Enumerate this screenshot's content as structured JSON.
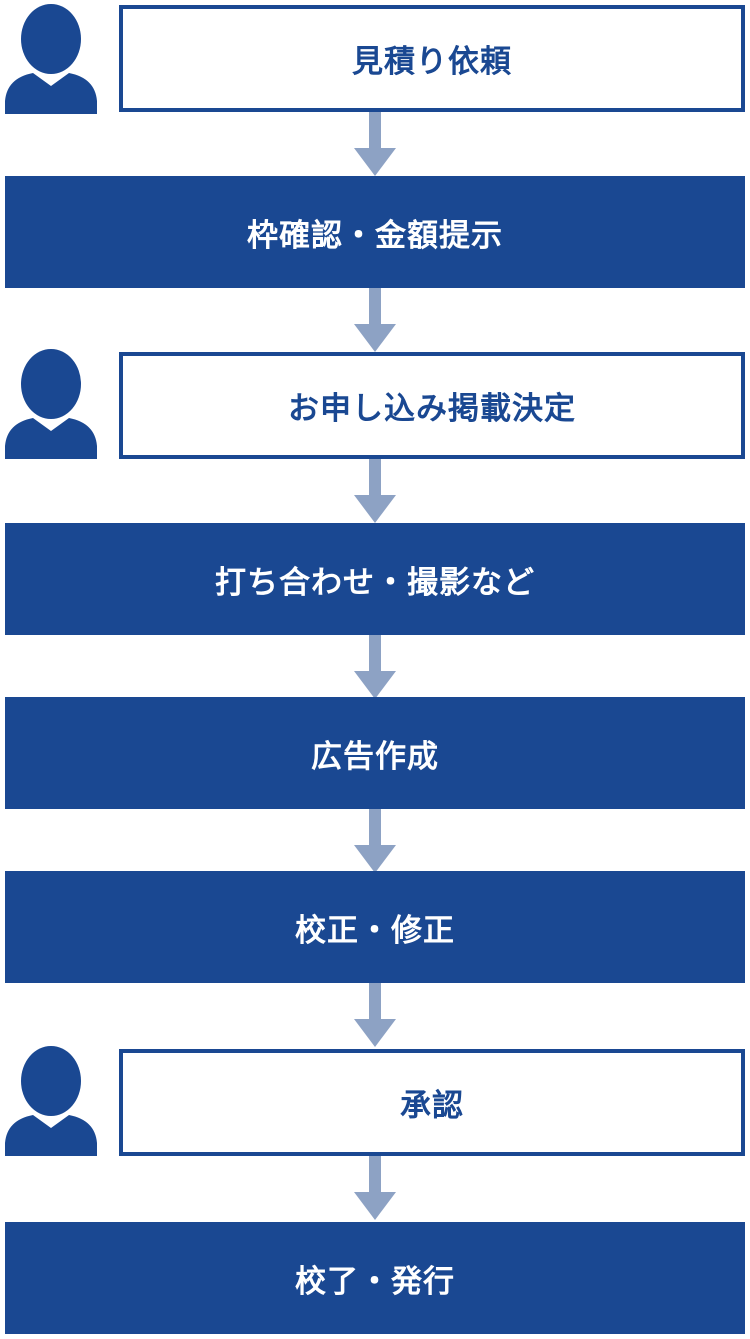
{
  "colors": {
    "primary": "#1a4892",
    "arrow": "#8da2c4",
    "client_box_bg": "#ffffff"
  },
  "icons": {
    "client": "person-icon",
    "connector": "arrow-down-icon"
  },
  "flow": {
    "steps": [
      {
        "label": "見積り依頼",
        "actor": "client"
      },
      {
        "label": "枠確認・金額提示",
        "actor": "company"
      },
      {
        "label": "お申し込み掲載決定",
        "actor": "client"
      },
      {
        "label": "打ち合わせ・撮影など",
        "actor": "company"
      },
      {
        "label": "広告作成",
        "actor": "company"
      },
      {
        "label": "校正・修正",
        "actor": "company"
      },
      {
        "label": "承認",
        "actor": "client"
      },
      {
        "label": "校了・発行",
        "actor": "company"
      }
    ]
  }
}
